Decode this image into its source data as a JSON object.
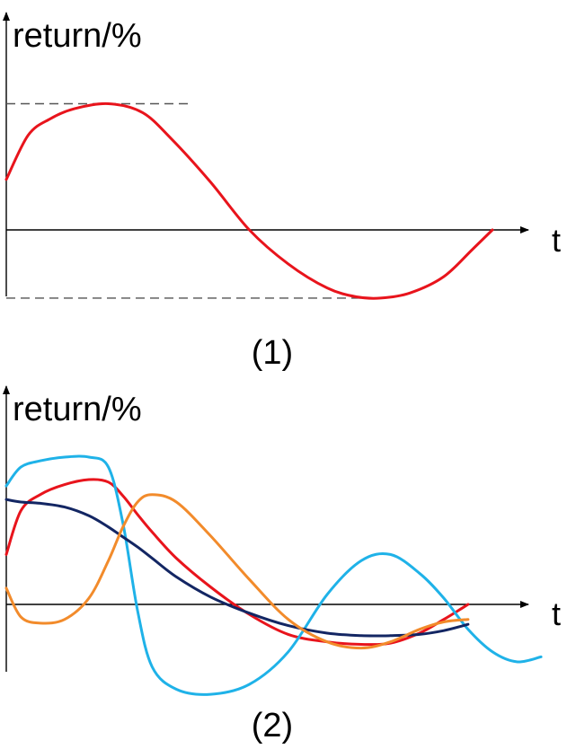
{
  "chart_data": [
    {
      "type": "line",
      "panel_label": "(1)",
      "ylabel": "return/%",
      "xlabel": "t",
      "x": [
        0,
        0.045,
        0.09,
        0.14,
        0.21,
        0.28,
        0.34,
        0.42,
        0.5,
        0.58,
        0.66,
        0.72,
        0.77,
        0.83,
        0.9,
        0.96,
        1.0
      ],
      "series": [
        {
          "color": "#e8141c",
          "values": [
            0.4,
            0.75,
            0.88,
            0.96,
            1.0,
            0.93,
            0.72,
            0.38,
            0.0,
            -0.27,
            -0.46,
            -0.53,
            -0.54,
            -0.5,
            -0.37,
            -0.15,
            0.0
          ]
        }
      ],
      "reference_lines": [
        {
          "orientation": "horizontal",
          "y": 1.0,
          "style": "dashed",
          "extent": "left"
        },
        {
          "orientation": "horizontal",
          "y": -0.54,
          "style": "dashed",
          "extent": "left"
        }
      ],
      "ylim": [
        -0.62,
        1.65
      ],
      "grid": false,
      "legend": false
    },
    {
      "type": "line",
      "panel_label": "(2)",
      "ylabel": "return/%",
      "xlabel": "t",
      "x": [
        0,
        0.03,
        0.07,
        0.12,
        0.17,
        0.21,
        0.24,
        0.27,
        0.3,
        0.35,
        0.42,
        0.5,
        0.58,
        0.66,
        0.73,
        0.79,
        0.85,
        0.9,
        0.95,
        1.0,
        1.05,
        1.1
      ],
      "series": [
        {
          "color": "#e8141c",
          "values": [
            0.4,
            0.75,
            0.88,
            0.96,
            1.0,
            0.98,
            0.87,
            0.72,
            0.58,
            0.37,
            0.14,
            -0.08,
            -0.24,
            -0.3,
            -0.32,
            -0.31,
            -0.23,
            -0.12,
            0.0,
            null,
            null,
            null
          ]
        },
        {
          "color": "#1fb2e8",
          "values": [
            0.95,
            1.1,
            1.15,
            1.18,
            1.18,
            1.1,
            0.65,
            -0.05,
            -0.5,
            -0.68,
            -0.72,
            -0.64,
            -0.38,
            0.08,
            0.35,
            0.4,
            0.25,
            0.05,
            -0.2,
            -0.38,
            -0.46,
            -0.42
          ]
        },
        {
          "color": "#132663",
          "values": [
            0.84,
            0.82,
            0.81,
            0.78,
            0.71,
            0.62,
            0.54,
            0.46,
            0.37,
            0.22,
            0.06,
            -0.07,
            -0.17,
            -0.23,
            -0.25,
            -0.25,
            -0.24,
            -0.21,
            -0.16,
            null,
            null,
            null
          ]
        },
        {
          "color": "#f28b2b",
          "values": [
            0.13,
            -0.1,
            -0.15,
            -0.12,
            0.05,
            0.35,
            0.62,
            0.82,
            0.88,
            0.82,
            0.55,
            0.2,
            -0.12,
            -0.3,
            -0.35,
            -0.3,
            -0.2,
            -0.14,
            -0.12,
            null,
            null,
            null
          ]
        }
      ],
      "ylim": [
        -0.8,
        1.6
      ],
      "grid": false,
      "legend": false
    }
  ]
}
